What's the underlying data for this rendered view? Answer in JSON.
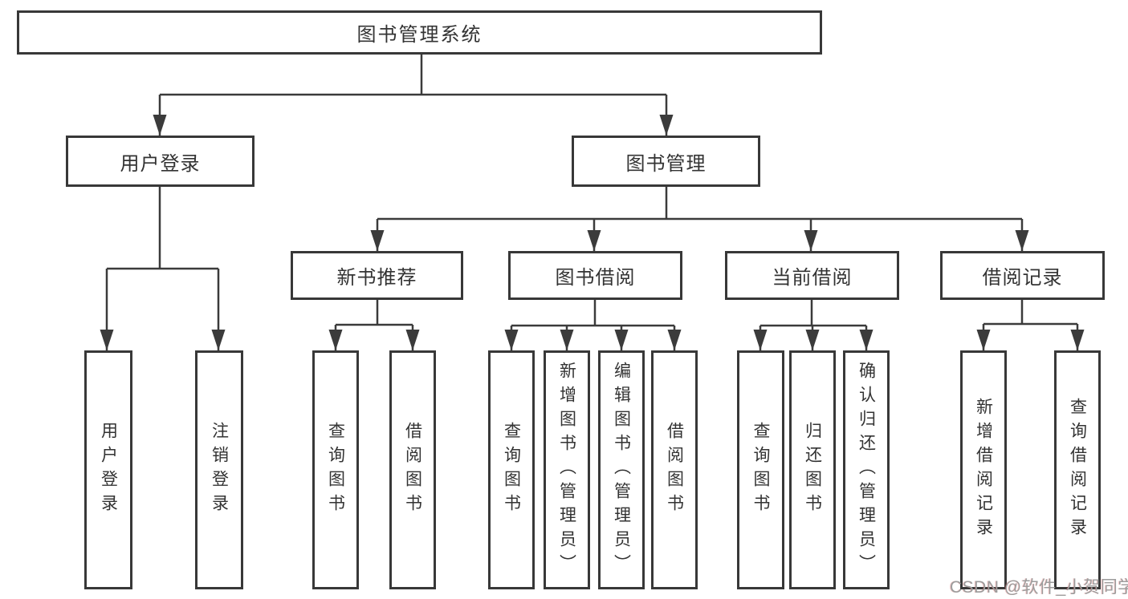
{
  "watermark": {
    "text": "CSDN @软件_小贺同学"
  },
  "colors": {
    "line": "#3b3b3b",
    "box_border": "#383838",
    "text": "#333333",
    "background": "#ffffff",
    "watermark": "#9c9c9c"
  },
  "tree": {
    "root": {
      "label": "图书管理系统",
      "children": [
        {
          "label": "用户登录",
          "children": [
            {
              "label": "用户登录"
            },
            {
              "label": "注销登录"
            }
          ]
        },
        {
          "label": "图书管理",
          "children": [
            {
              "label": "新书推荐",
              "children": [
                {
                  "label": "查询图书"
                },
                {
                  "label": "借阅图书"
                }
              ]
            },
            {
              "label": "图书借阅",
              "children": [
                {
                  "label": "查询图书"
                },
                {
                  "label": "新增图书（管理员）"
                },
                {
                  "label": "编辑图书（管理员）"
                },
                {
                  "label": "借阅图书"
                }
              ]
            },
            {
              "label": "当前借阅",
              "children": [
                {
                  "label": "查询图书"
                },
                {
                  "label": "归还图书"
                },
                {
                  "label": "确认归还（管理员）"
                }
              ]
            },
            {
              "label": "借阅记录",
              "children": [
                {
                  "label": "新增借阅记录"
                },
                {
                  "label": "查询借阅记录"
                }
              ]
            }
          ]
        }
      ]
    }
  }
}
